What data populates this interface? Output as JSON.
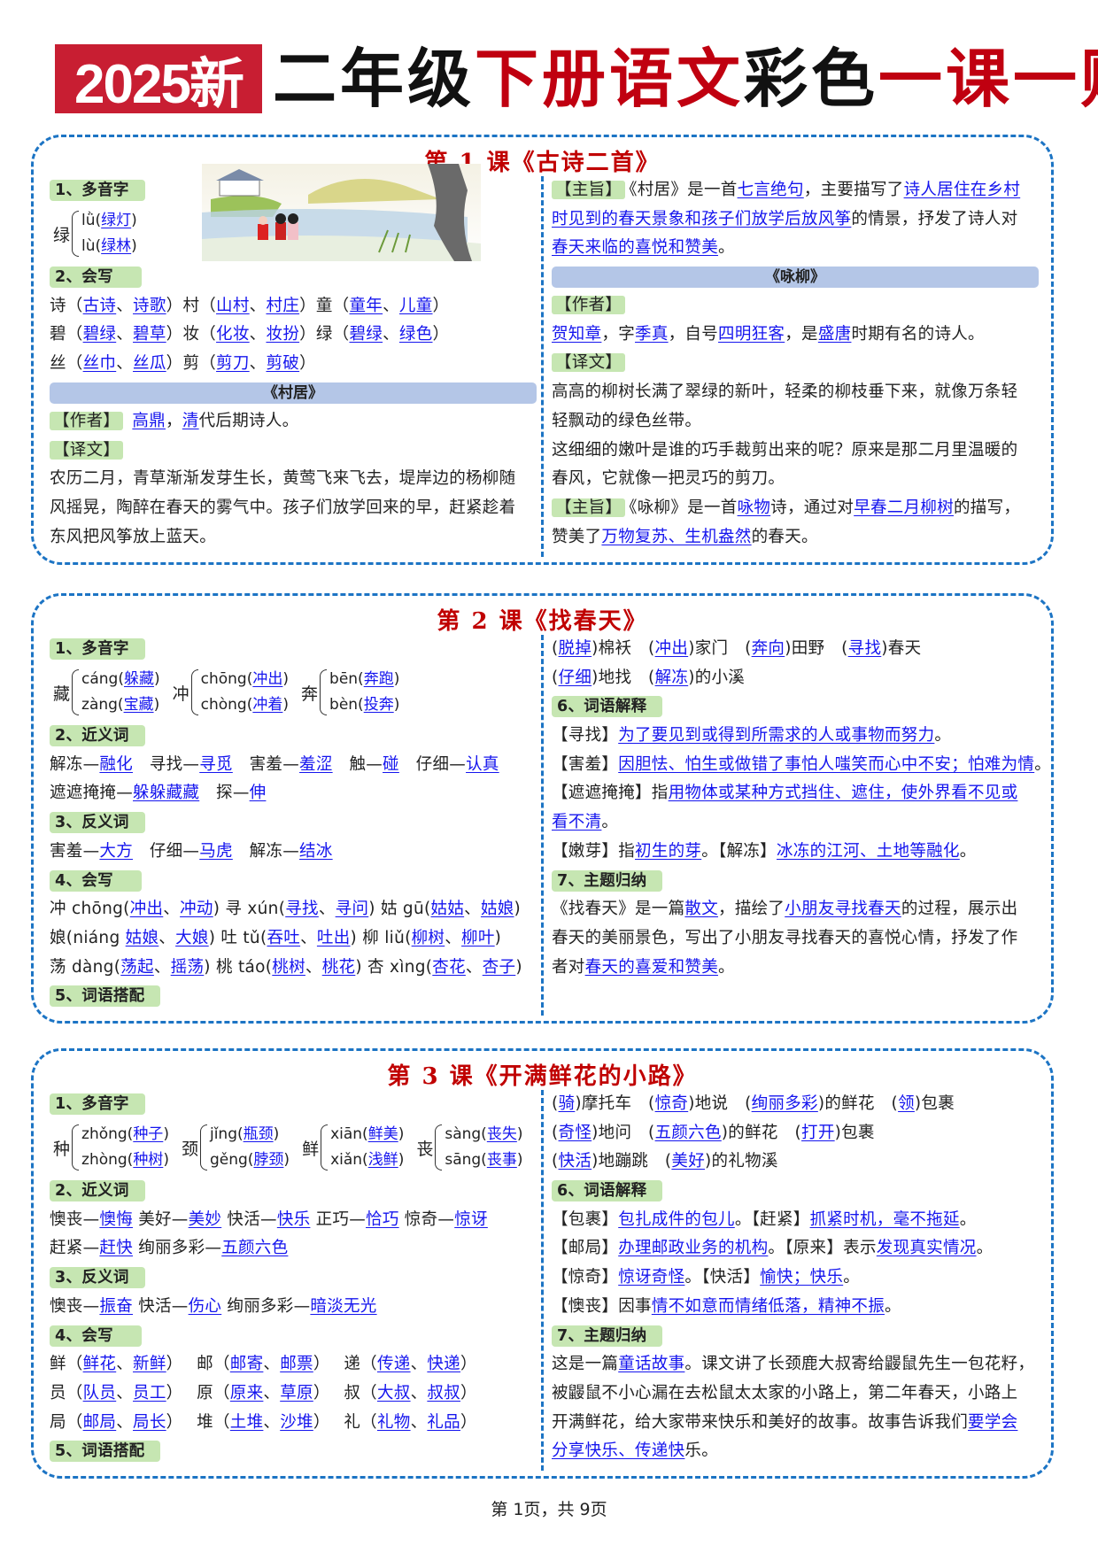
{
  "header": {
    "year_badge": "2025新",
    "title_parts": [
      {
        "text": "二年级",
        "color": "black"
      },
      {
        "text": "下册语文",
        "color": "red"
      },
      {
        "text": "彩色",
        "color": "black"
      },
      {
        "text": "一课一贴",
        "color": "red"
      }
    ]
  },
  "colors": {
    "accent_red": "#c00000",
    "link_blue": "#1515ee",
    "border_blue": "#1c74c4",
    "tag_green": "#c6e6b2",
    "bar_blue": "#b4c6e7"
  },
  "lessons": [
    {
      "title": "第 1 课《古诗二首》",
      "illustration": "children-flying-kites-by-lake",
      "left": [
        {
          "type": "h",
          "text": "1、多音字"
        },
        {
          "type": "poly",
          "groups": [
            {
              "char": "绿",
              "readings": [
                [
                  "lǜ(",
                  {
                    "u": "绿灯"
                  },
                  ")"
                ],
                [
                  "lù(",
                  {
                    "u": "绿林"
                  },
                  ")"
                ]
              ]
            }
          ]
        },
        {
          "type": "h",
          "text": "2、会写"
        },
        {
          "type": "p",
          "segs": [
            "诗（",
            {
              "u": "古诗"
            },
            "、",
            {
              "u": "诗歌"
            },
            "）村（",
            {
              "u": "山村"
            },
            "、",
            {
              "u": "村庄"
            },
            "）童（",
            {
              "u": "童年"
            },
            "、",
            {
              "u": "儿童"
            },
            "）"
          ]
        },
        {
          "type": "p",
          "segs": [
            "碧（",
            {
              "u": "碧绿"
            },
            "、",
            {
              "u": "碧草"
            },
            "）妆（",
            {
              "u": "化妆"
            },
            "、",
            {
              "u": "妆扮"
            },
            "）绿（",
            {
              "u": "碧绿"
            },
            "、",
            {
              "u": "绿色"
            },
            "）"
          ]
        },
        {
          "type": "p",
          "segs": [
            "丝（",
            {
              "u": "丝巾"
            },
            "、",
            {
              "u": "丝瓜"
            },
            "）剪（",
            {
              "u": "剪刀"
            },
            "、",
            {
              "u": "剪破"
            },
            "）"
          ]
        },
        {
          "type": "bar",
          "text": "《村居》"
        },
        {
          "type": "p",
          "segs": [
            {
              "tag": "【作者】"
            },
            "  ",
            {
              "u": "高鼎"
            },
            "，",
            {
              "u": "清"
            },
            "代后期诗人。"
          ]
        },
        {
          "type": "p",
          "segs": [
            {
              "tag": "【译文】"
            }
          ]
        },
        {
          "type": "p",
          "segs": [
            "农历二月，青草渐渐发芽生长，黄莺飞来飞去，堤岸边的杨柳随"
          ]
        },
        {
          "type": "p",
          "segs": [
            "风摇晃，陶醉在春天的雾气中。孩子们放学回来的早，赶紧趁着"
          ]
        },
        {
          "type": "p",
          "segs": [
            "东风把风筝放上蓝天。"
          ]
        }
      ],
      "right": [
        {
          "type": "p",
          "segs": [
            {
              "tag": "【主旨】"
            },
            "《村居》是一首",
            {
              "u": "七言绝句"
            },
            "，主要描写了",
            {
              "u": "诗人居住在乡村"
            }
          ]
        },
        {
          "type": "p",
          "segs": [
            {
              "u": "时见到的春天景象和孩子们放学后放风筝"
            },
            "的情景，抒发了诗人对"
          ]
        },
        {
          "type": "p",
          "segs": [
            {
              "u": "春天来临的喜悦和赞美"
            },
            "。"
          ]
        },
        {
          "type": "bar",
          "text": "《咏柳》"
        },
        {
          "type": "p",
          "segs": [
            {
              "tag": "【作者】"
            }
          ]
        },
        {
          "type": "p",
          "segs": [
            {
              "u": "贺知章"
            },
            "，字",
            {
              "u": "季真"
            },
            "，自号",
            {
              "u": "四明狂客"
            },
            "，是",
            {
              "u": "盛唐"
            },
            "时期有名的诗人。"
          ]
        },
        {
          "type": "p",
          "segs": [
            {
              "tag": "【译文】"
            }
          ]
        },
        {
          "type": "p",
          "segs": [
            "高高的柳树长满了翠绿的新叶，轻柔的柳枝垂下来，就像万条轻"
          ]
        },
        {
          "type": "p",
          "segs": [
            "轻飘动的绿色丝带。"
          ]
        },
        {
          "type": "p",
          "segs": [
            "这细细的嫩叶是谁的巧手裁剪出来的呢？原来是那二月里温暖的"
          ]
        },
        {
          "type": "p",
          "segs": [
            "春风，它就像一把灵巧的剪刀。"
          ]
        },
        {
          "type": "p",
          "segs": [
            {
              "tag": "【主旨】"
            },
            "《咏柳》是一首",
            {
              "u": "咏物"
            },
            "诗，通过对",
            {
              "u": "早春二月柳树"
            },
            "的描写，"
          ]
        },
        {
          "type": "p",
          "segs": [
            "赞美了",
            {
              "u": "万物复苏、生机盎然"
            },
            "的春天。"
          ]
        }
      ]
    },
    {
      "title": "第 2 课《找春天》",
      "left": [
        {
          "type": "h",
          "text": "1、多音字"
        },
        {
          "type": "poly",
          "groups": [
            {
              "char": "藏",
              "readings": [
                [
                  "cáng(",
                  {
                    "u": "躲藏"
                  },
                  ")"
                ],
                [
                  "zàng(",
                  {
                    "u": "宝藏"
                  },
                  ")"
                ]
              ]
            },
            {
              "char": "冲",
              "readings": [
                [
                  "chōng(",
                  {
                    "u": "冲出"
                  },
                  ")"
                ],
                [
                  "chòng(",
                  {
                    "u": "冲着"
                  },
                  ")"
                ]
              ]
            },
            {
              "char": "奔",
              "readings": [
                [
                  "bēn(",
                  {
                    "u": "奔跑"
                  },
                  ")"
                ],
                [
                  "bèn(",
                  {
                    "u": "投奔"
                  },
                  ")"
                ]
              ]
            }
          ]
        },
        {
          "type": "h",
          "text": "2、近义词"
        },
        {
          "type": "p",
          "segs": [
            "解冻—",
            {
              "u": "融化"
            },
            "　寻找—",
            {
              "u": "寻觅"
            },
            "　害羞—",
            {
              "u": "羞涩"
            },
            "　触—",
            {
              "u": "碰"
            },
            "　仔细—",
            {
              "u": "认真"
            }
          ]
        },
        {
          "type": "p",
          "segs": [
            "遮遮掩掩—",
            {
              "u": "躲躲藏藏"
            },
            "　探—",
            {
              "u": "伸"
            }
          ]
        },
        {
          "type": "h",
          "text": "3、反义词"
        },
        {
          "type": "p",
          "segs": [
            "害羞—",
            {
              "u": "大方"
            },
            "　仔细—",
            {
              "u": "马虎"
            },
            "　解冻—",
            {
              "u": "结冰"
            }
          ]
        },
        {
          "type": "h",
          "text": "4、会写"
        },
        {
          "type": "p",
          "segs": [
            "冲 chōng(",
            {
              "u": "冲出"
            },
            "、",
            {
              "u": "冲动"
            },
            ") 寻 xún(",
            {
              "u": "寻找"
            },
            "、",
            {
              "u": "寻问"
            },
            ") 姑 gū(",
            {
              "u": "姑姑"
            },
            "、",
            {
              "u": "姑娘"
            },
            ")"
          ]
        },
        {
          "type": "p",
          "segs": [
            "娘(niáng ",
            {
              "u": "姑娘"
            },
            "、",
            {
              "u": "大娘"
            },
            ") 吐 tǔ(",
            {
              "u": "吞吐"
            },
            "、",
            {
              "u": "吐出"
            },
            ") 柳 liǔ(",
            {
              "u": "柳树"
            },
            "、",
            {
              "u": "柳叶"
            },
            ")"
          ]
        },
        {
          "type": "p",
          "segs": [
            "荡 dàng(",
            {
              "u": "荡起"
            },
            "、",
            {
              "u": "摇荡"
            },
            ") 桃 táo(",
            {
              "u": "桃树"
            },
            "、",
            {
              "u": "桃花"
            },
            ") 杏 xìng(",
            {
              "u": "杏花"
            },
            "、",
            {
              "u": "杏子"
            },
            ")"
          ]
        },
        {
          "type": "h",
          "text": "5、词语搭配"
        }
      ],
      "right": [
        {
          "type": "p",
          "segs": [
            "(",
            {
              "u": "脱掉"
            },
            ")棉袄　(",
            {
              "u": "冲出"
            },
            ")家门　(",
            {
              "u": "奔向"
            },
            ")田野　(",
            {
              "u": "寻找"
            },
            ")春天"
          ]
        },
        {
          "type": "p",
          "segs": [
            "(",
            {
              "u": "仔细"
            },
            ")地找　(",
            {
              "u": "解冻"
            },
            ")的小溪"
          ]
        },
        {
          "type": "h",
          "text": "6、词语解释"
        },
        {
          "type": "p",
          "segs": [
            "【寻找】",
            {
              "u": "为了要见到或得到所需求的人或事物而努力"
            },
            "。"
          ]
        },
        {
          "type": "p",
          "segs": [
            "【害羞】",
            {
              "u": "因胆怯、怕生或做错了事怕人嗤笑而心中不安；怕难为情"
            },
            "。"
          ]
        },
        {
          "type": "p",
          "segs": [
            "【遮遮掩掩】指",
            {
              "u": "用物体或某种方式挡住、遮住，使外界看不见或"
            }
          ]
        },
        {
          "type": "p",
          "segs": [
            {
              "u": "看不清"
            },
            "。"
          ]
        },
        {
          "type": "p",
          "segs": [
            "【嫩芽】指",
            {
              "u": "初生的芽"
            },
            "。【解冻】",
            {
              "u": "冰冻的江河、土地等融化"
            },
            "。"
          ]
        },
        {
          "type": "h",
          "text": "7、主题归纳"
        },
        {
          "type": "p",
          "segs": [
            "《找春天》是一篇",
            {
              "u": "散文"
            },
            "，描绘了",
            {
              "u": "小朋友寻找春天"
            },
            "的过程，展示出"
          ]
        },
        {
          "type": "p",
          "segs": [
            "春天的美丽景色，写出了小朋友寻找春天的喜悦心情，抒发了作"
          ]
        },
        {
          "type": "p",
          "segs": [
            "者对",
            {
              "u": "春天的喜爱和赞美"
            },
            "。"
          ]
        }
      ]
    },
    {
      "title": "第 3 课《开满鲜花的小路》",
      "left": [
        {
          "type": "h",
          "text": "1、多音字"
        },
        {
          "type": "poly",
          "groups": [
            {
              "char": "种",
              "readings": [
                [
                  "zhǒng(",
                  {
                    "u": "种子"
                  },
                  ")"
                ],
                [
                  "zhòng(",
                  {
                    "u": "种树"
                  },
                  ")"
                ]
              ]
            },
            {
              "char": "颈",
              "readings": [
                [
                  "jǐng(",
                  {
                    "u": "瓶颈"
                  },
                  ")"
                ],
                [
                  "gěng(",
                  {
                    "u": "脖颈"
                  },
                  ")"
                ]
              ]
            },
            {
              "char": "鲜",
              "readings": [
                [
                  "xiān(",
                  {
                    "u": "鲜美"
                  },
                  ")"
                ],
                [
                  "xiǎn(",
                  {
                    "u": "浅鲜"
                  },
                  ")"
                ]
              ]
            },
            {
              "char": "丧",
              "readings": [
                [
                  "sàng(",
                  {
                    "u": "丧失"
                  },
                  ")"
                ],
                [
                  "sāng(",
                  {
                    "u": "丧事"
                  },
                  ")"
                ]
              ]
            }
          ]
        },
        {
          "type": "h",
          "text": "2、近义词"
        },
        {
          "type": "p",
          "segs": [
            "懊丧—",
            {
              "u": "懊悔"
            },
            " 美好—",
            {
              "u": "美妙"
            },
            " 快活—",
            {
              "u": "快乐"
            },
            " 正巧—",
            {
              "u": "恰巧"
            },
            " 惊奇—",
            {
              "u": "惊讶"
            }
          ]
        },
        {
          "type": "p",
          "segs": [
            "赶紧—",
            {
              "u": "赶快"
            },
            " 绚丽多彩—",
            {
              "u": "五颜六色"
            }
          ]
        },
        {
          "type": "h",
          "text": "3、反义词"
        },
        {
          "type": "p",
          "segs": [
            "懊丧—",
            {
              "u": "振奋"
            },
            " 快活—",
            {
              "u": "伤心"
            },
            " 绚丽多彩—",
            {
              "u": "暗淡无光"
            }
          ]
        },
        {
          "type": "h",
          "text": "4、会写"
        },
        {
          "type": "p",
          "segs": [
            "鲜（",
            {
              "u": "鲜花"
            },
            "、",
            {
              "u": "新鲜"
            },
            "）　 邮（",
            {
              "u": "邮寄"
            },
            "、",
            {
              "u": "邮票"
            },
            "）　 递（",
            {
              "u": "传递"
            },
            "、",
            {
              "u": "快递"
            },
            "）"
          ]
        },
        {
          "type": "p",
          "segs": [
            "员（",
            {
              "u": "队员"
            },
            "、",
            {
              "u": "员工"
            },
            "）　 原（",
            {
              "u": "原来"
            },
            "、",
            {
              "u": "草原"
            },
            "）　 叔（",
            {
              "u": "大叔"
            },
            "、",
            {
              "u": "叔叔"
            },
            "）"
          ]
        },
        {
          "type": "p",
          "segs": [
            "局（",
            {
              "u": "邮局"
            },
            "、",
            {
              "u": "局长"
            },
            "）　 堆（",
            {
              "u": "土堆"
            },
            "、",
            {
              "u": "沙堆"
            },
            "）　 礼（",
            {
              "u": "礼物"
            },
            "、",
            {
              "u": "礼品"
            },
            "）"
          ]
        },
        {
          "type": "h",
          "text": "5、词语搭配"
        }
      ],
      "right": [
        {
          "type": "p",
          "segs": [
            "(",
            {
              "u": "骑"
            },
            ")摩托车　(",
            {
              "u": "惊奇"
            },
            ")地说　(",
            {
              "u": "绚丽多彩"
            },
            ")的鲜花　(",
            {
              "u": "领"
            },
            ")包裹"
          ]
        },
        {
          "type": "p",
          "segs": [
            "(",
            {
              "u": "奇怪"
            },
            ")地问　(",
            {
              "u": "五颜六色"
            },
            ")的鲜花　(",
            {
              "u": "打开"
            },
            ")包裹"
          ]
        },
        {
          "type": "p",
          "segs": [
            "(",
            {
              "u": "快活"
            },
            ")地蹦跳　(",
            {
              "u": "美好"
            },
            ")的礼物溪"
          ]
        },
        {
          "type": "h",
          "text": "6、词语解释"
        },
        {
          "type": "p",
          "segs": [
            "【包裹】",
            {
              "u": "包扎成件的包儿"
            },
            "。【赶紧】",
            {
              "u": "抓紧时机，毫不拖延"
            },
            "。"
          ]
        },
        {
          "type": "p",
          "segs": [
            "【邮局】",
            {
              "u": "办理邮政业务的机构"
            },
            "。【原来】表示",
            {
              "u": "发现真实情况"
            },
            "。"
          ]
        },
        {
          "type": "p",
          "segs": [
            "【惊奇】",
            {
              "u": "惊讶奇怪"
            },
            "。【快活】",
            {
              "u": "愉快；快乐"
            },
            "。"
          ]
        },
        {
          "type": "p",
          "segs": [
            "【懊丧】因事",
            {
              "u": "情不如意而情绪低落，精神不振"
            },
            "。"
          ]
        },
        {
          "type": "h",
          "text": "7、主题归纳"
        },
        {
          "type": "p",
          "segs": [
            "这是一篇",
            {
              "u": "童话故事"
            },
            "。课文讲了长颈鹿大叔寄给鼹鼠先生一包花籽，"
          ]
        },
        {
          "type": "p",
          "segs": [
            "被鼹鼠不小心漏在去松鼠太太家的小路上，第二年春天，小路上"
          ]
        },
        {
          "type": "p",
          "segs": [
            "开满鲜花，给大家带来快乐和美好的故事。故事告诉我们",
            {
              "u": "要学会"
            }
          ]
        },
        {
          "type": "p",
          "segs": [
            {
              "u": "分享快乐、传递快"
            },
            "乐。"
          ]
        }
      ]
    }
  ],
  "footer": {
    "page_text": "第  1页，共  9页"
  }
}
